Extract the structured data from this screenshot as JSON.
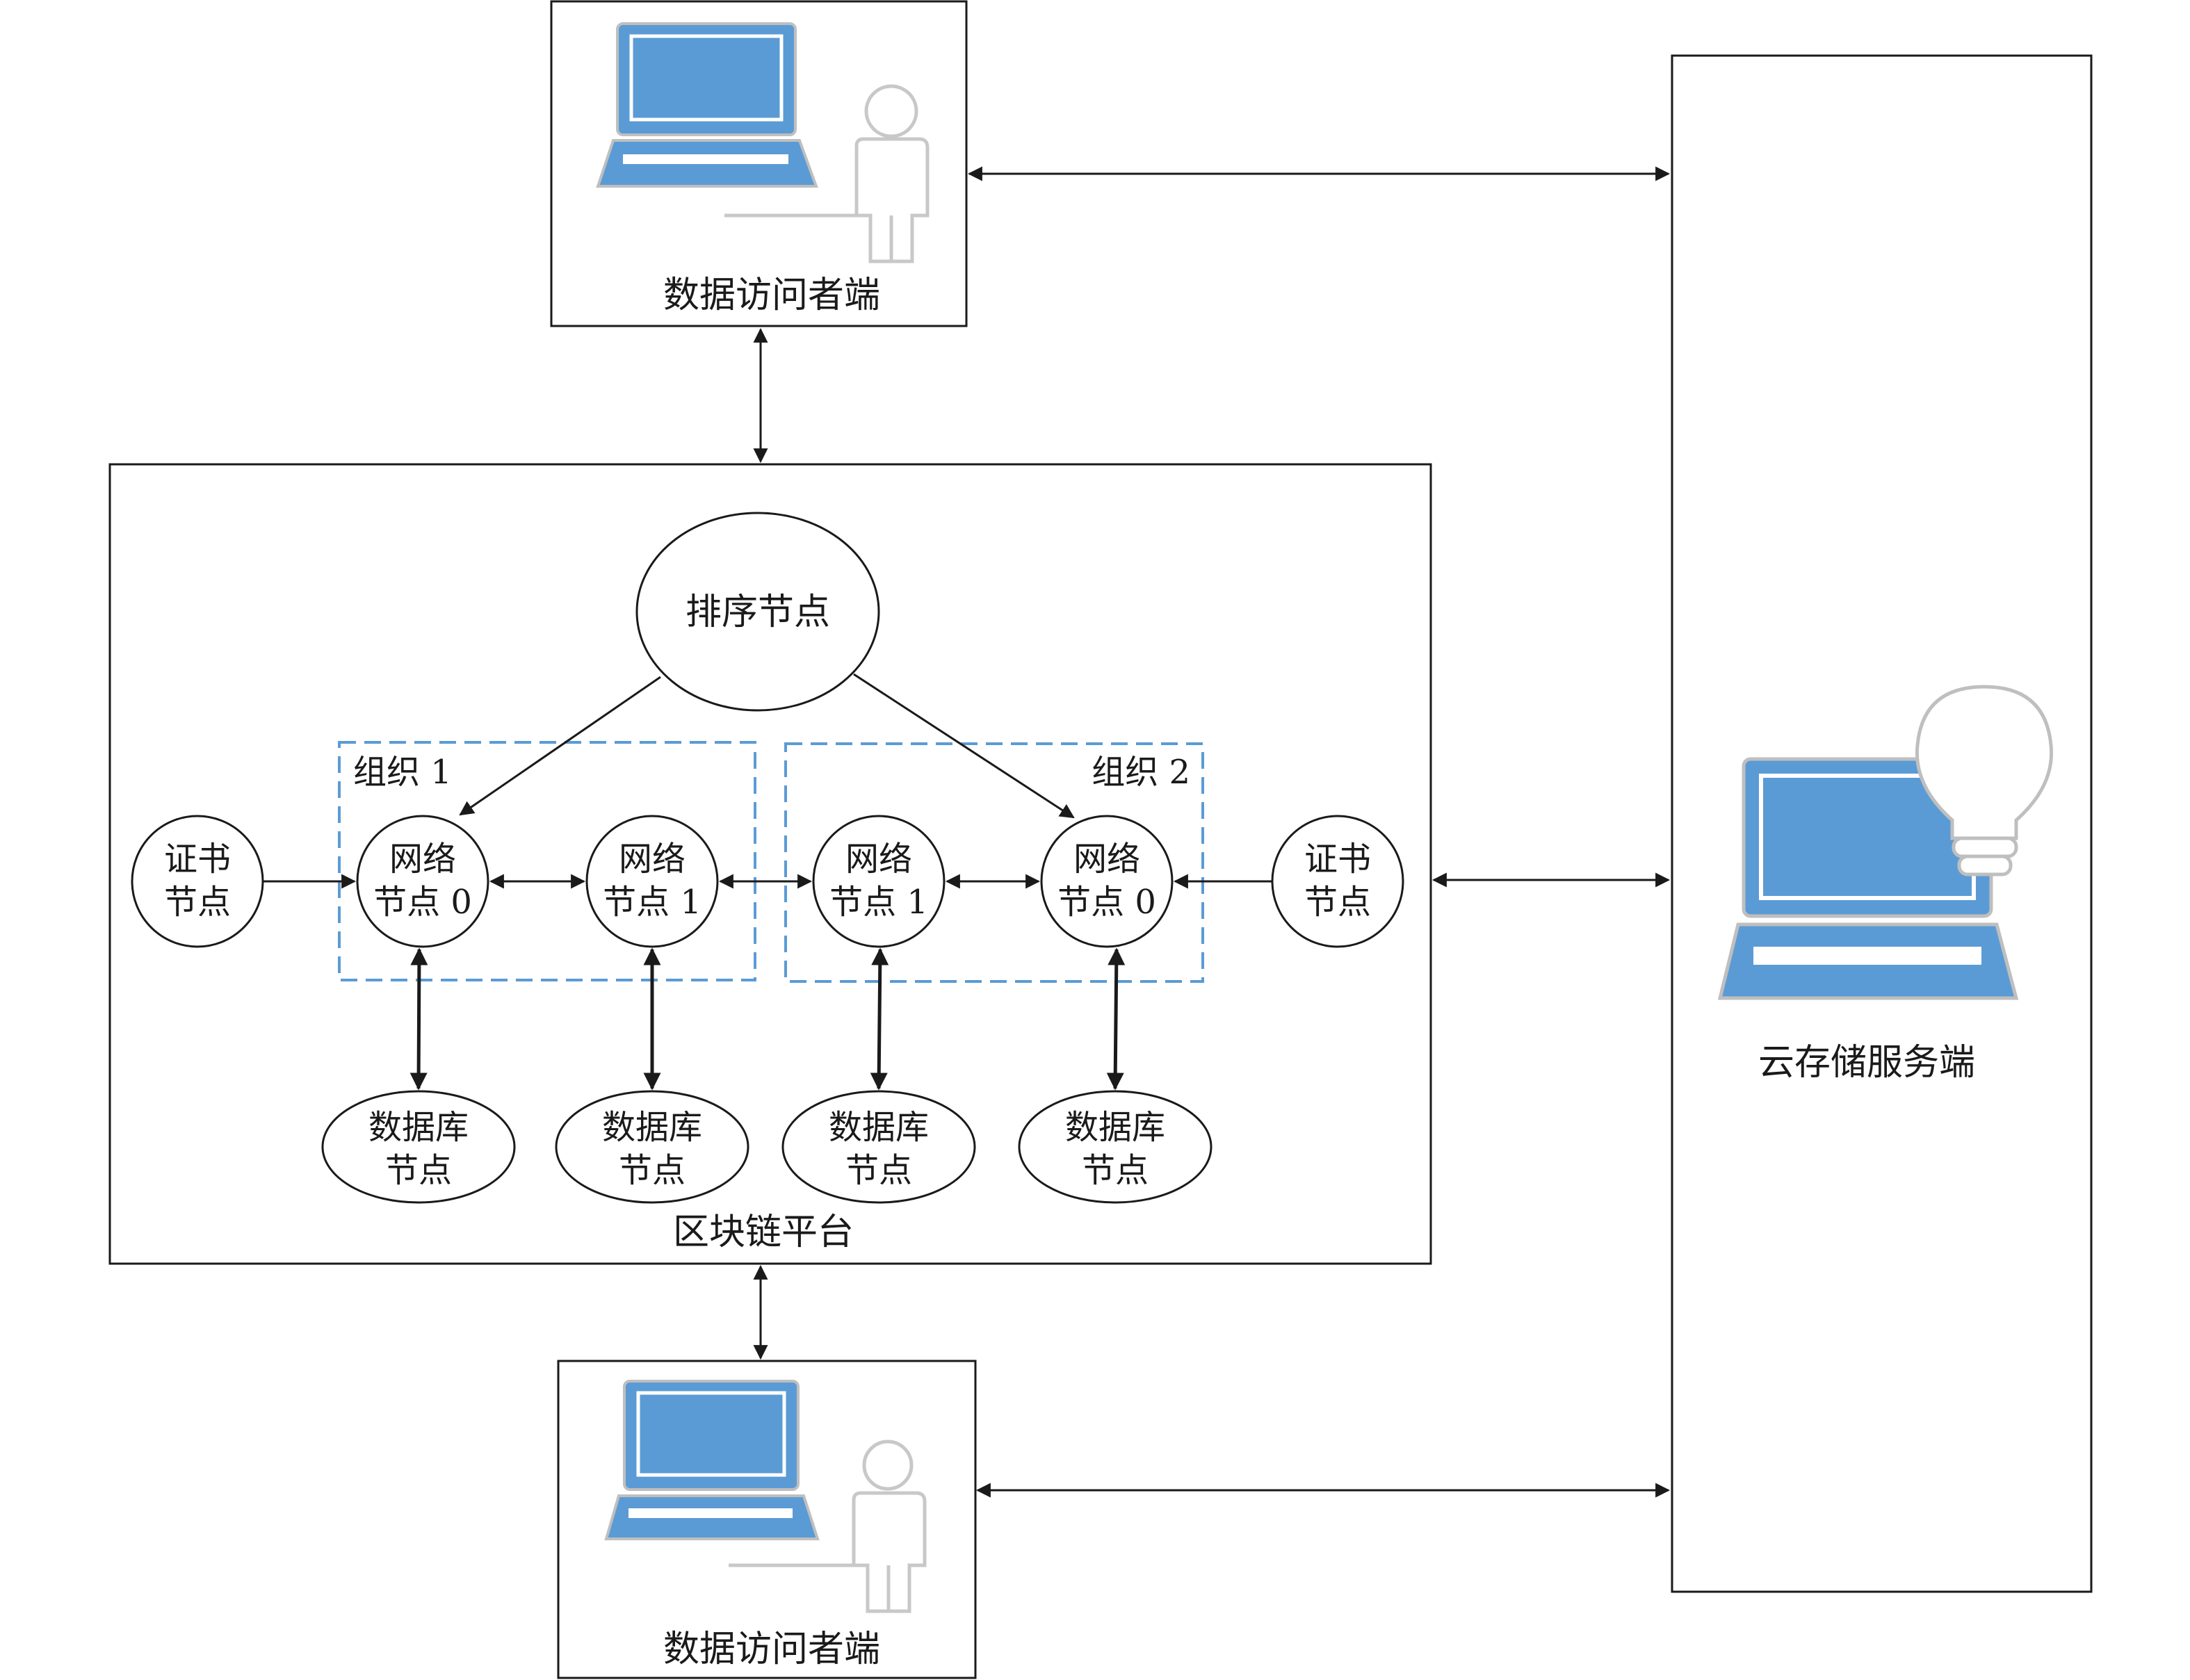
{
  "top_client": {
    "label": "数据访问者端"
  },
  "bottom_client": {
    "label": "数据访问者端"
  },
  "cloud": {
    "label": "云存储服务端"
  },
  "platform": {
    "label": "区块链平台"
  },
  "orderer": {
    "label": "排序节点"
  },
  "org1": {
    "label": "组织 1"
  },
  "org2": {
    "label": "组织 2"
  },
  "cert_left": {
    "line1": "证书",
    "line2": "节点"
  },
  "cert_right": {
    "line1": "证书",
    "line2": "节点"
  },
  "peers": [
    {
      "line1": "网络",
      "line2": "节点 0"
    },
    {
      "line1": "网络",
      "line2": "节点 1"
    },
    {
      "line1": "网络",
      "line2": "节点 1"
    },
    {
      "line1": "网络",
      "line2": "节点 0"
    }
  ],
  "databases": [
    {
      "line1": "数据库",
      "line2": "节点"
    },
    {
      "line1": "数据库",
      "line2": "节点"
    },
    {
      "line1": "数据库",
      "line2": "节点"
    },
    {
      "line1": "数据库",
      "line2": "节点"
    }
  ],
  "colors": {
    "accent_blue": "#5b9bd5",
    "dashed_border": "#5b9bd5",
    "icon_gray": "#bfbfbf",
    "line": "#1a1a1a"
  }
}
